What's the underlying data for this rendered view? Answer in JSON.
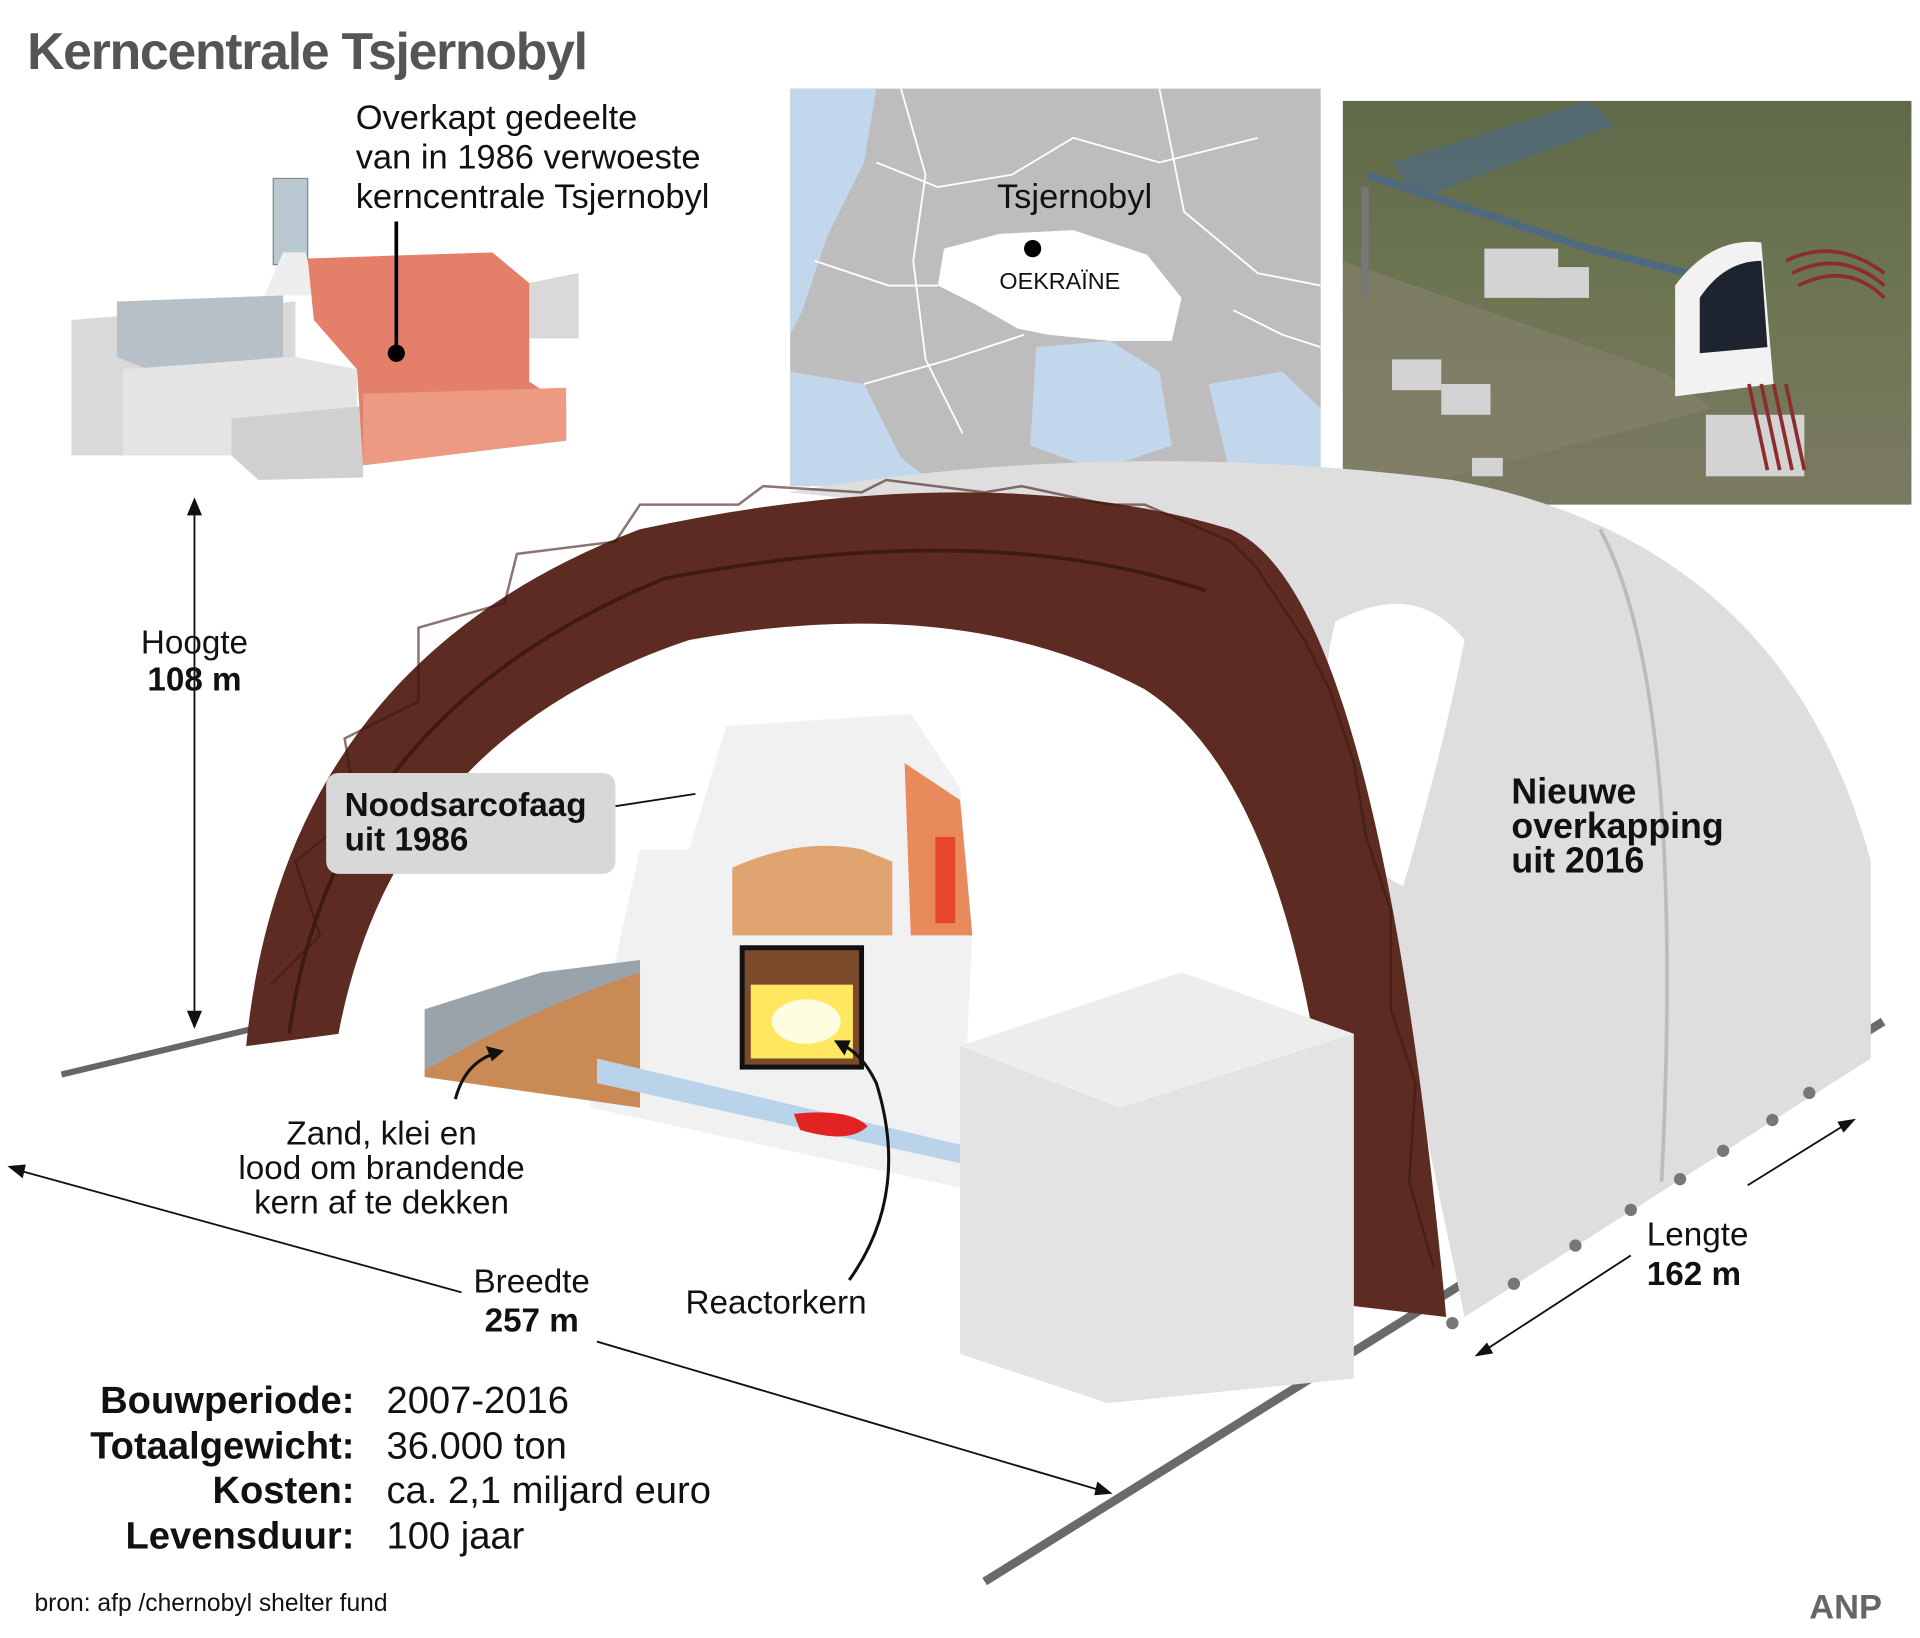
{
  "title": "Kerncentrale Tsjernobyl",
  "callout": {
    "lines": [
      "Overkapt gedeelte",
      "van in 1986 verwoeste",
      "kerncentrale Tsjernobyl"
    ]
  },
  "map": {
    "city": "Tsjernobyl",
    "country": "OEKRAÏNE"
  },
  "labels": {
    "height_label": "Hoogte",
    "height_value": "108 m",
    "sarcophagus_line1": "Noodsarcofaag",
    "sarcophagus_line2": "uit 1986",
    "new_cover_line1": "Nieuwe",
    "new_cover_line2": "overkapping",
    "new_cover_line3": "uit 2016",
    "sand_line1": "Zand, klei en",
    "sand_line2": "lood om brandende",
    "sand_line3": "kern af te dekken",
    "width_label": "Breedte",
    "width_value": "257 m",
    "core": "Reactorkern",
    "length_label": "Lengte",
    "length_value": "162 m"
  },
  "stats": [
    {
      "key": "Bouwperiode:",
      "value": "2007-2016"
    },
    {
      "key": "Totaalgewicht:",
      "value": "36.000 ton"
    },
    {
      "key": "Kosten:",
      "value": "ca. 2,1 miljard euro"
    },
    {
      "key": "Levensduur:",
      "value": "100 jaar"
    }
  ],
  "source": "bron:  afp /chernobyl shelter fund",
  "brand": "ANP",
  "colors": {
    "truss": "#5e2b22",
    "shell": "#dcdcdc",
    "reactor_orange": "#e8866a",
    "sand": "#c98a55",
    "water": "#b9d3ea"
  }
}
